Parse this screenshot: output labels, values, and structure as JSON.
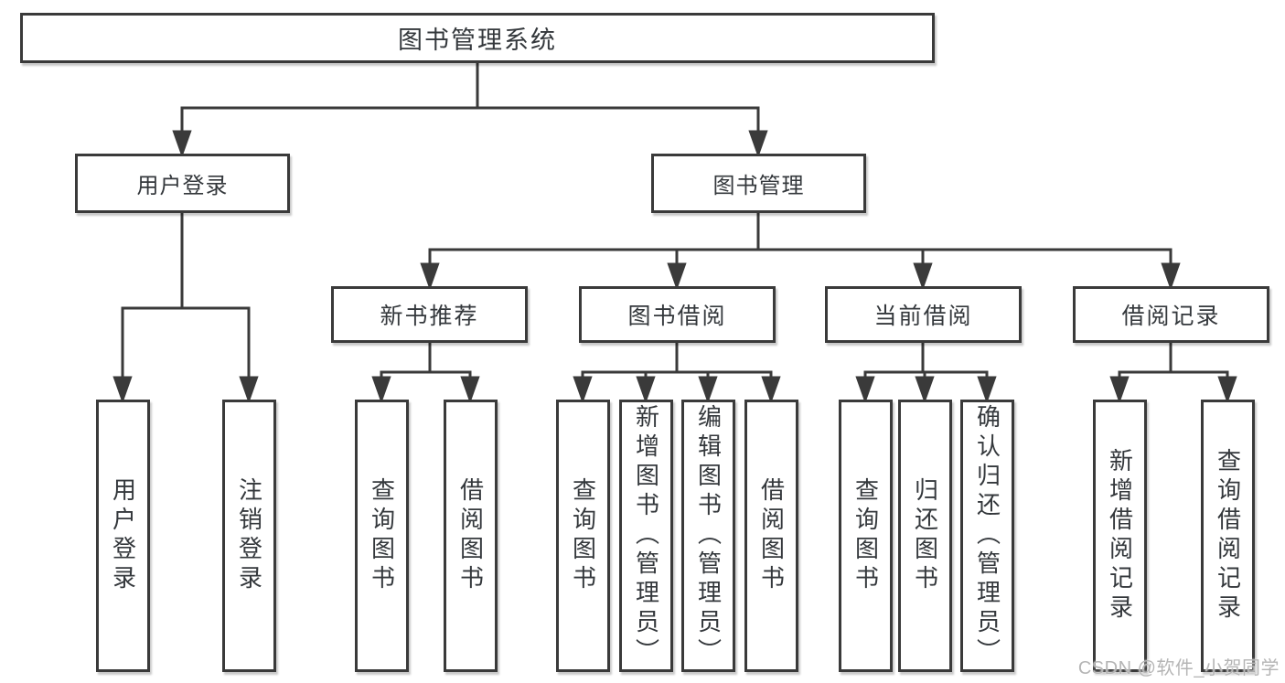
{
  "diagram": {
    "root": {
      "label": "图书管理系统"
    },
    "branches": [
      {
        "label": "用户登录",
        "children": [
          {
            "label": "用户登录"
          },
          {
            "label": "注销登录"
          }
        ]
      },
      {
        "label": "图书管理",
        "children": [
          {
            "label": "新书推荐",
            "children": [
              {
                "label": "查询图书"
              },
              {
                "label": "借阅图书"
              }
            ]
          },
          {
            "label": "图书借阅",
            "children": [
              {
                "label": "查询图书"
              },
              {
                "label": "新增图书（管理员）"
              },
              {
                "label": "编辑图书（管理员）"
              },
              {
                "label": "借阅图书"
              }
            ]
          },
          {
            "label": "当前借阅",
            "children": [
              {
                "label": "查询图书"
              },
              {
                "label": "归还图书"
              },
              {
                "label": "确认归还（管理员）"
              }
            ]
          },
          {
            "label": "借阅记录",
            "children": [
              {
                "label": "新增借阅记录"
              },
              {
                "label": "查询借阅记录"
              }
            ]
          }
        ]
      }
    ]
  },
  "watermark": {
    "text": "CSDN @软件_小贺同学"
  },
  "colors": {
    "line": "#3a3a3a",
    "text": "#34383c",
    "watermark": "#b5b5b5"
  }
}
